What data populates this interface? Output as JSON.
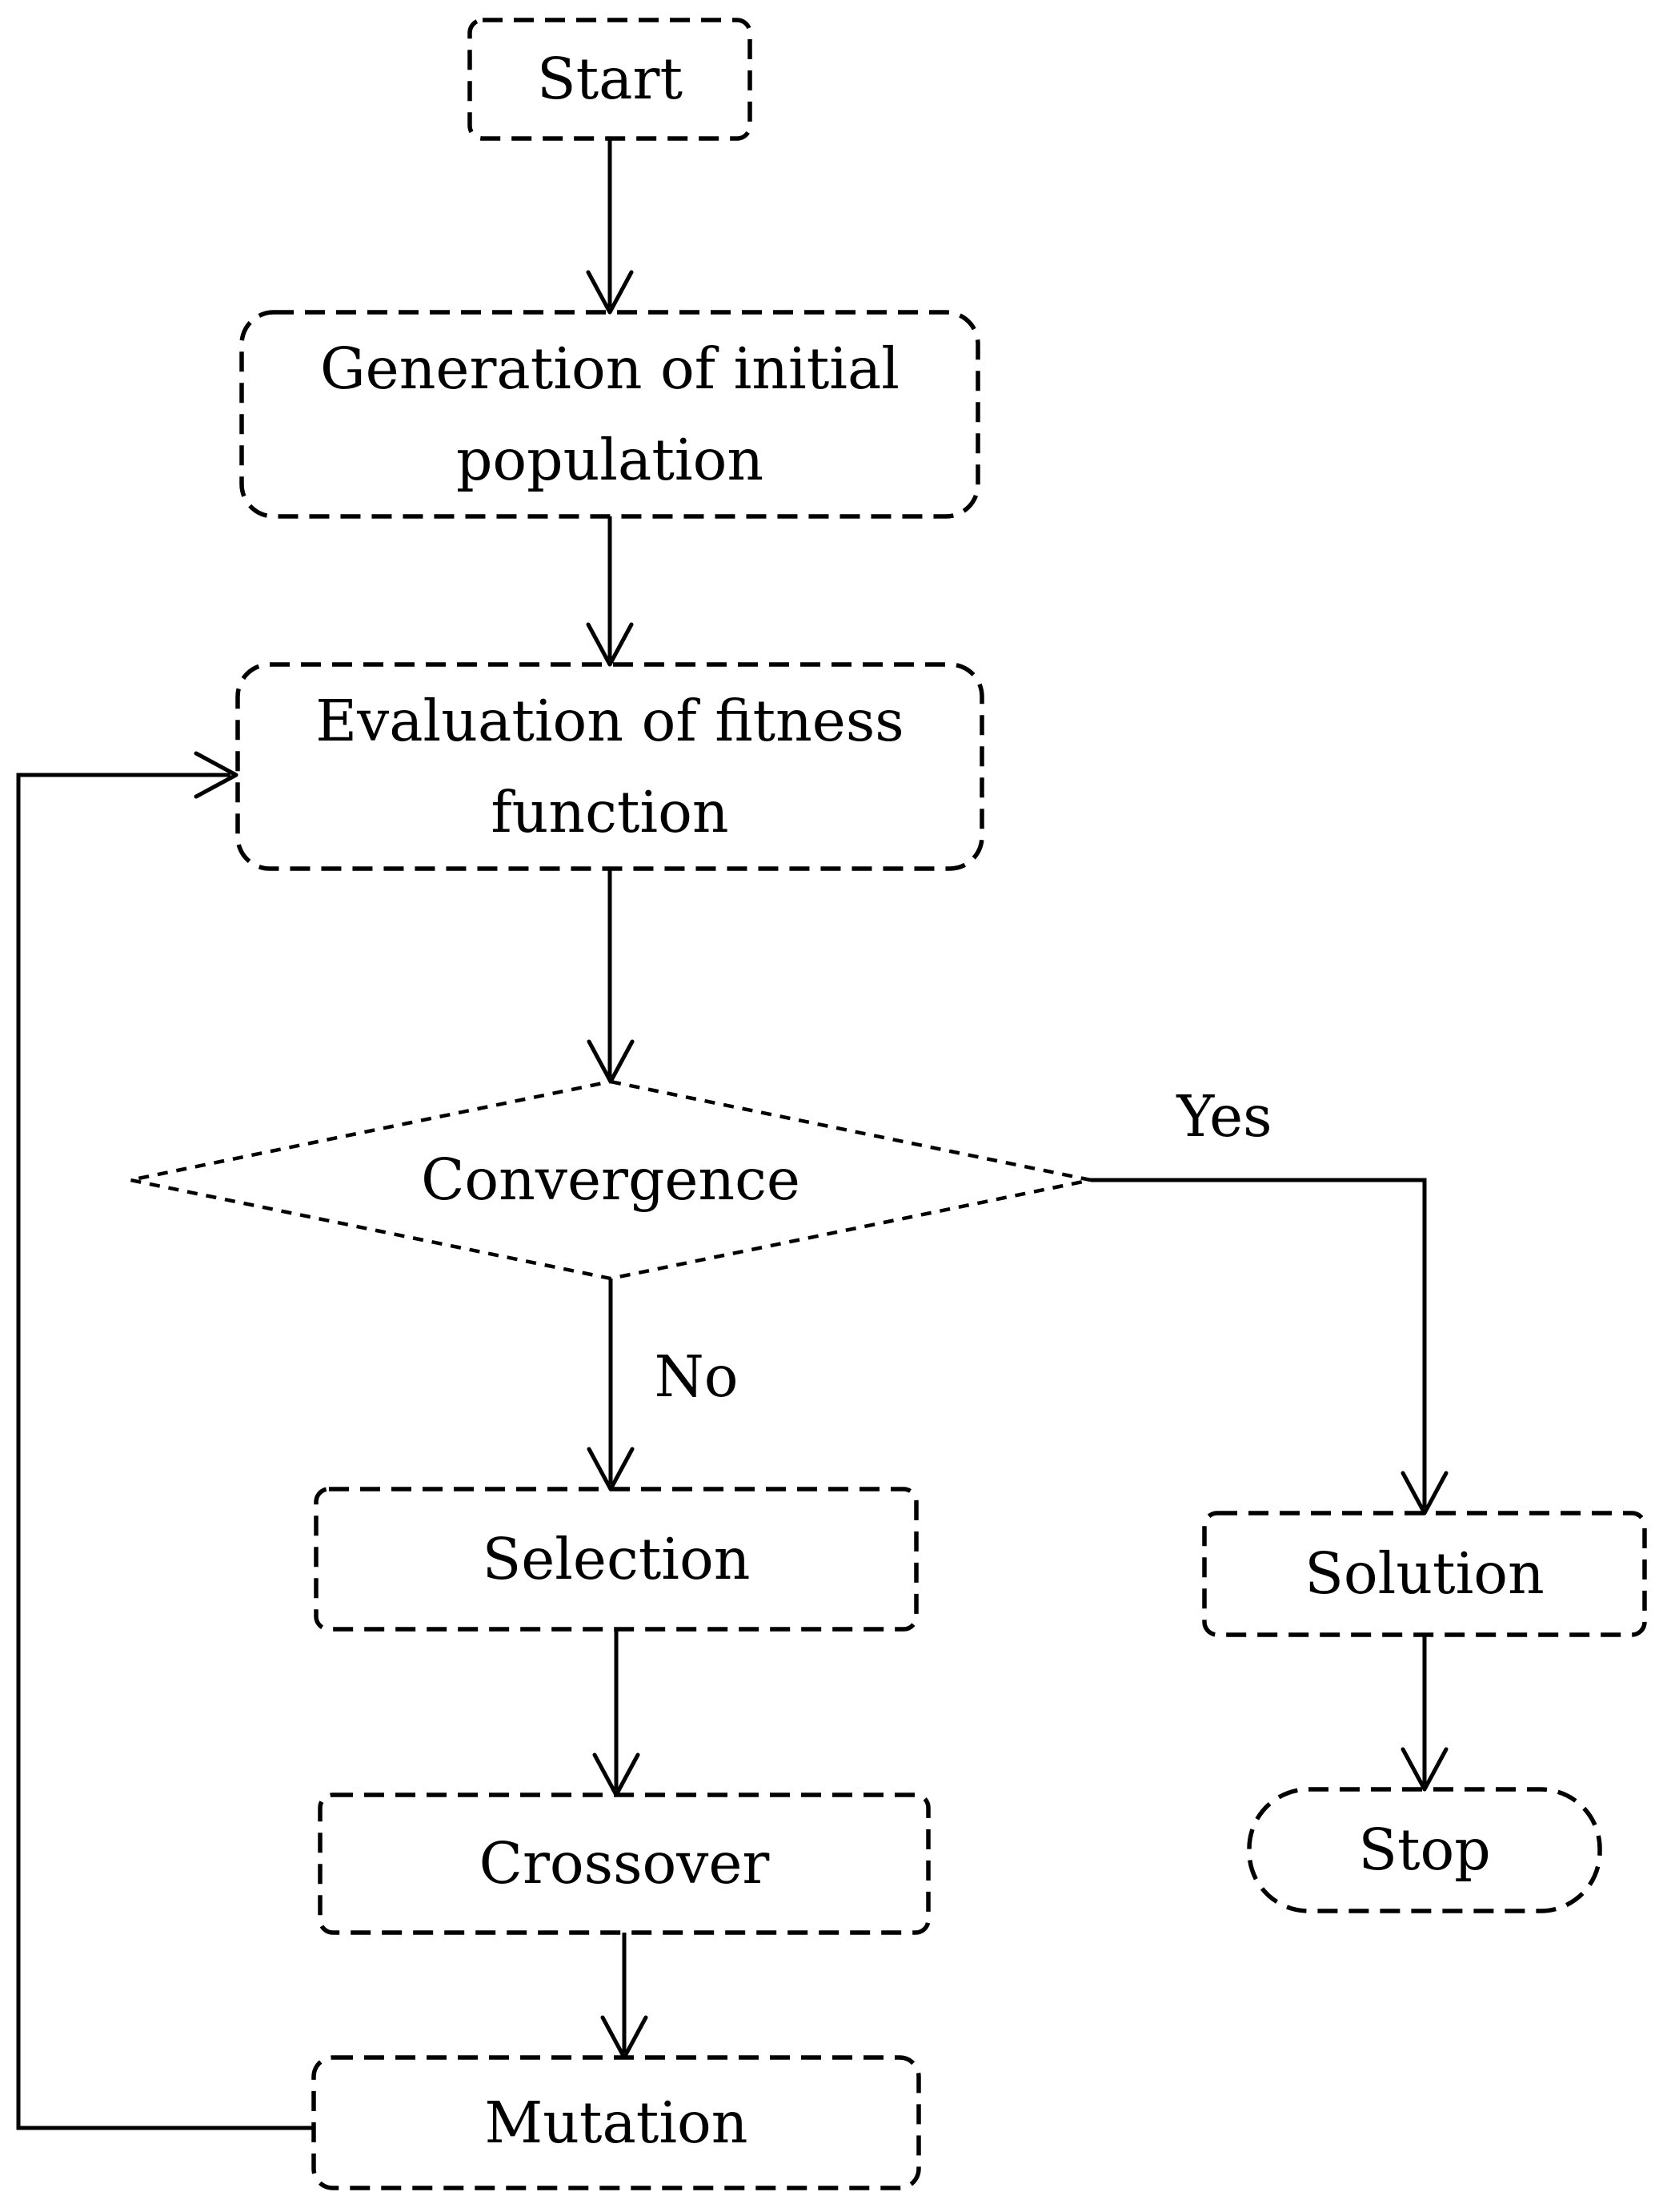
{
  "diagram_type": "flowchart",
  "nodes": {
    "start": {
      "label": "Start",
      "shape": "rounded-rectangle"
    },
    "generation": {
      "label": "Generation of initial population",
      "shape": "rounded-rectangle"
    },
    "evaluation": {
      "label": "Evaluation of fitness function",
      "shape": "rounded-rectangle"
    },
    "convergence": {
      "label": "Convergence",
      "shape": "diamond"
    },
    "selection": {
      "label": "Selection",
      "shape": "rounded-rectangle"
    },
    "crossover": {
      "label": "Crossover",
      "shape": "rounded-rectangle"
    },
    "mutation": {
      "label": "Mutation",
      "shape": "rounded-rectangle"
    },
    "solution": {
      "label": "Solution",
      "shape": "rounded-rectangle"
    },
    "stop": {
      "label": "Stop",
      "shape": "stadium"
    }
  },
  "labels": {
    "yes": "Yes",
    "no": "No"
  },
  "edges": [
    {
      "from": "start",
      "to": "generation",
      "label": ""
    },
    {
      "from": "generation",
      "to": "evaluation",
      "label": ""
    },
    {
      "from": "evaluation",
      "to": "convergence",
      "label": ""
    },
    {
      "from": "convergence",
      "to": "solution",
      "label": "Yes"
    },
    {
      "from": "convergence",
      "to": "selection",
      "label": "No"
    },
    {
      "from": "selection",
      "to": "crossover",
      "label": ""
    },
    {
      "from": "crossover",
      "to": "mutation",
      "label": ""
    },
    {
      "from": "mutation",
      "to": "evaluation",
      "label": ""
    },
    {
      "from": "solution",
      "to": "stop",
      "label": ""
    }
  ],
  "colors": {
    "stroke": "#000000",
    "text": "#000000",
    "background": "#ffffff"
  }
}
